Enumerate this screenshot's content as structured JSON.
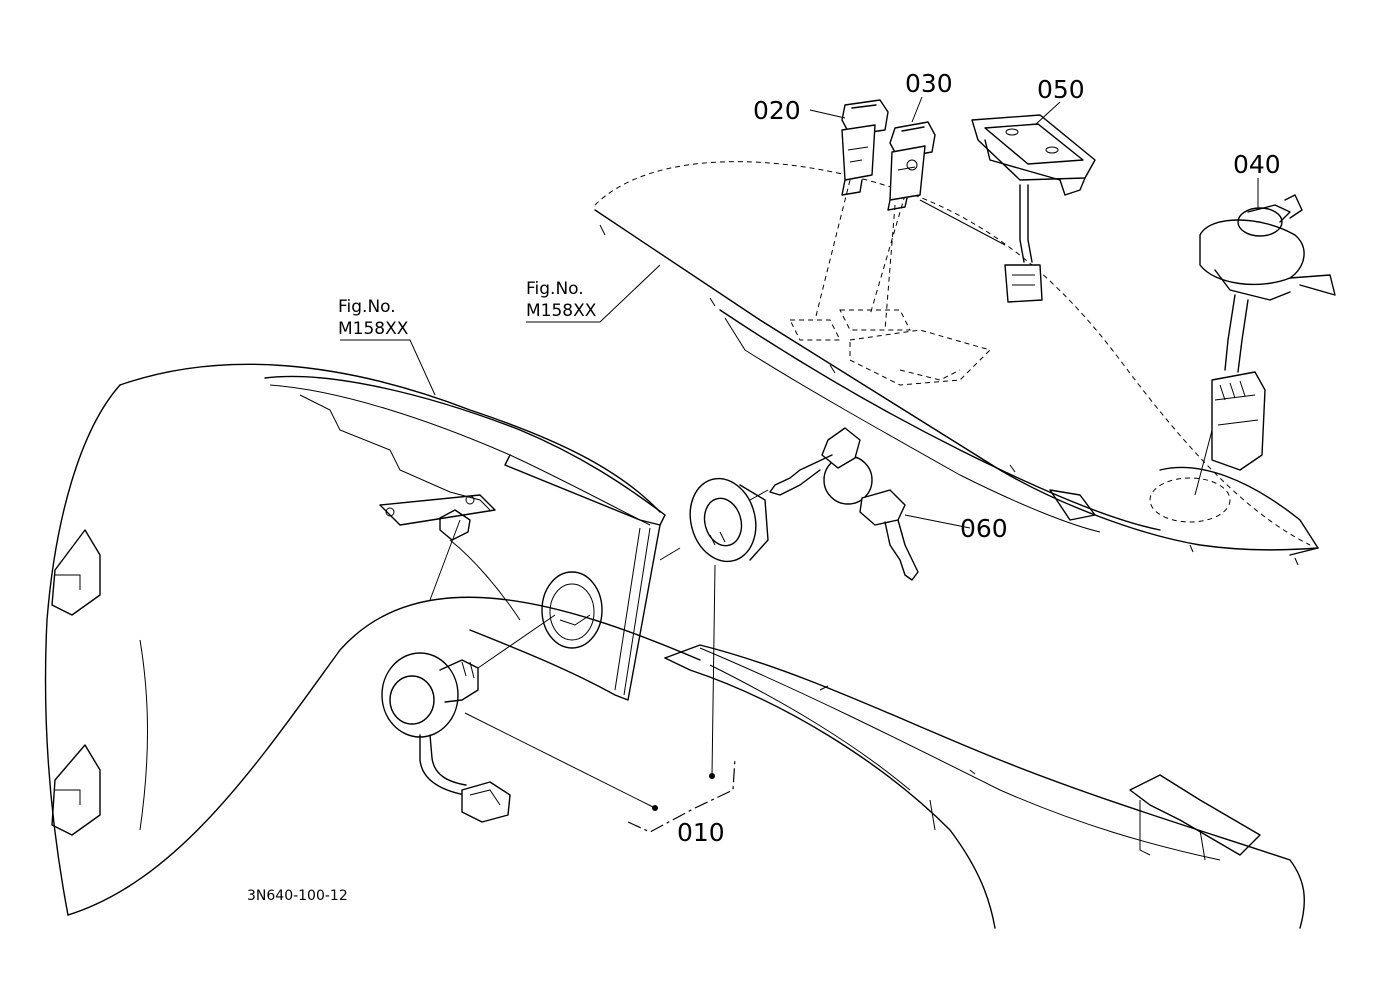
{
  "drawing_number": "3N640-100-12",
  "figure_references": [
    {
      "line1": "Fig.No.",
      "line2": "M158XX"
    },
    {
      "line1": "Fig.No.",
      "line2": "M158XX"
    }
  ],
  "callouts": {
    "p010": "010",
    "p020": "020",
    "p030": "030",
    "p040": "040",
    "p050": "050",
    "p060": "060"
  },
  "colors": {
    "ink": "#000000",
    "paper": "#ffffff"
  }
}
